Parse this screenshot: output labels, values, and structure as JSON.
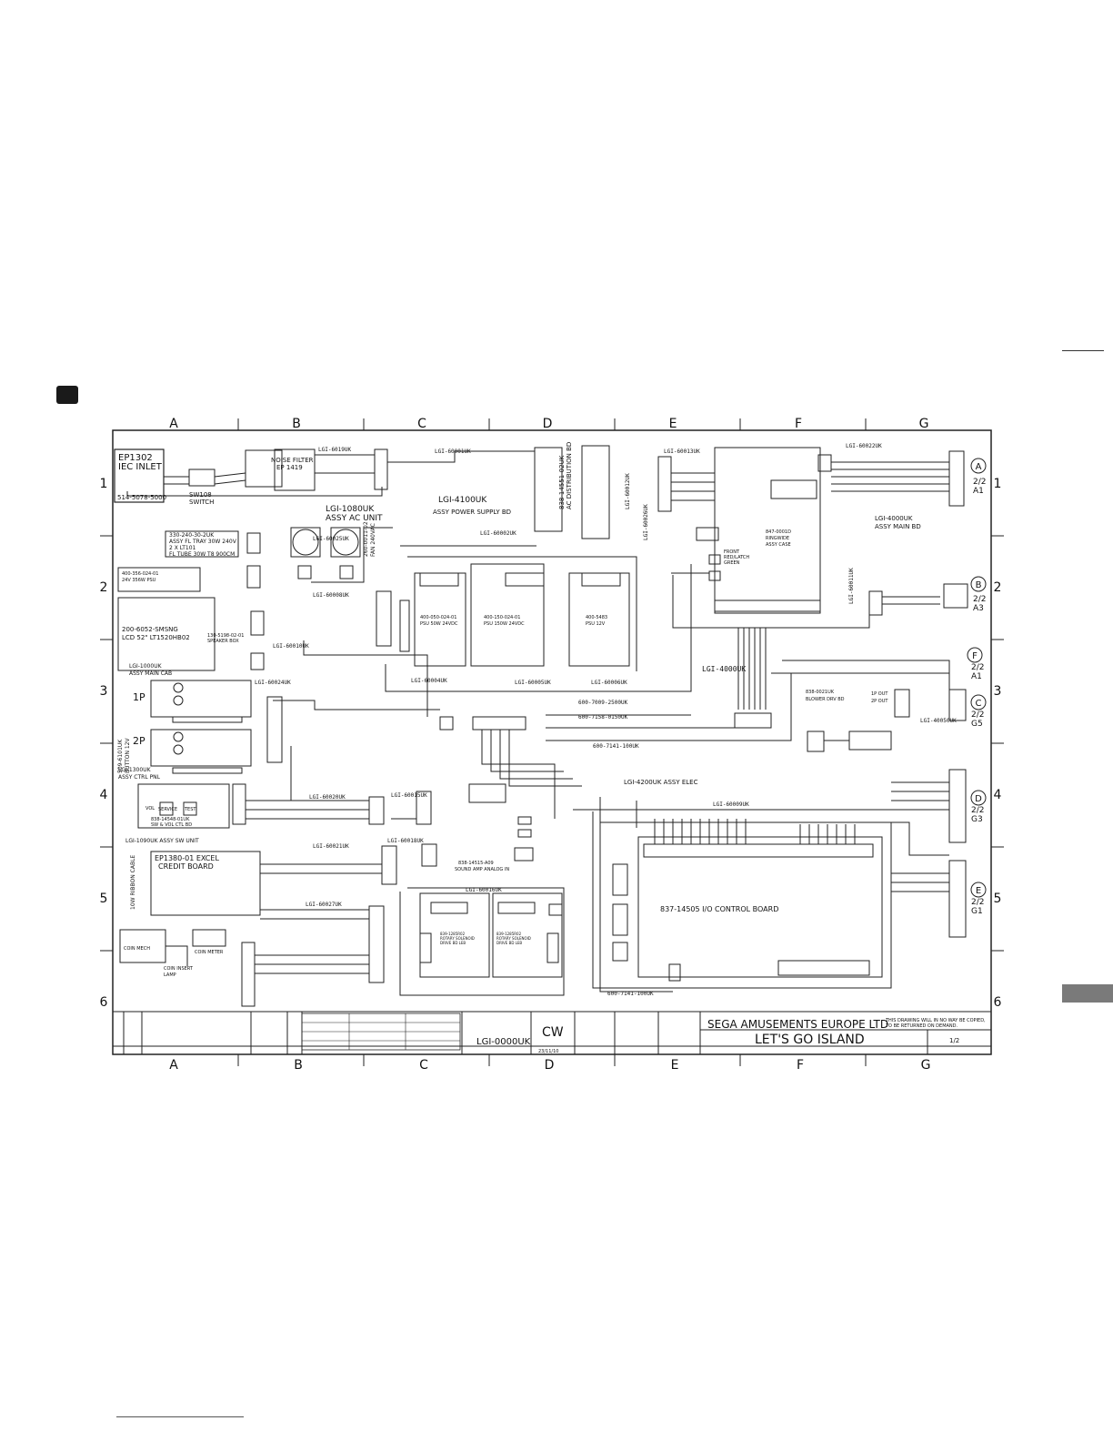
{
  "grid": {
    "cols": [
      "A",
      "B",
      "C",
      "D",
      "E",
      "F",
      "G"
    ],
    "rows": [
      "1",
      "2",
      "3",
      "4",
      "5",
      "6"
    ],
    "refs": [
      "A",
      "B",
      "F",
      "C",
      "D",
      "E"
    ]
  },
  "labels": {
    "iec_a": "EP1302",
    "iec_b": "IEC INLET",
    "iec_c": "514-5078-5000",
    "switch_a": "SW108",
    "switch_b": "SWITCH",
    "noise_a": "NOISE FILTER",
    "noise_b": "EP 1419",
    "ac_unit_a": "LGI-1080UK",
    "ac_unit_b": "ASSY AC UNIT",
    "psbd_a": "LGI-4100UK",
    "psbd_b": "ASSY POWER SUPPLY BD",
    "acdist_a": "838-14551-02UK",
    "acdist_b": "AC DISTRIBUTION BD",
    "fl_a": "330-240-30-2UK",
    "fl_b": "ASSY FL TRAY 30W 240V",
    "fl_c": "2 X LT101",
    "fl_d": "FL TUBE 30W T8 900CM",
    "psu24_a": "400-356-024-01",
    "psu24_b": "24V 356W PSU",
    "lcd_a": "200-6052-SMSNG",
    "lcd_b": "LCD 52\" LT1520HB02",
    "speaker_a": "130-5198-02-01",
    "speaker_b": "SPEAKER BOX",
    "main_cab_a": "LGI-1000UK",
    "main_cab_b": "ASSY MAIN CAB",
    "fan_a": "260-0011-02",
    "fan_b": "FAN 240VAC",
    "psu50_a": "400-050-024-01",
    "psu50_b": "PSU 50W 24VDC",
    "psu150_a": "400-150-024-01",
    "psu150_b": "PSU 150W 24VDC",
    "psu12_a": "400-5483",
    "psu12_b": "PSU 12V",
    "ringwide_a": "847-0001D",
    "ringwide_b": "RINGWIDE",
    "ringwide_c": "ASSY CASE",
    "mainbd_a": "LGI-4000UK",
    "mainbd_b": "ASSY MAIN BD",
    "blower_a": "838-0021UK",
    "blower_b": "BLOWER DRV BD",
    "button_a": "509-6101UK",
    "button_b": "BUTTON 12V",
    "ctrl_pnl_a": "LGI-1300UK",
    "ctrl_pnl_b": "ASSY CTRL PNL",
    "swunit_a": "838-14548-01UK",
    "swunit_b": "SW & VOL CTL BD",
    "swunit_c": "LGI-1090UK ASSY SW UNIT",
    "credit_a": "EP1380-01 EXCEL",
    "credit_b": "CREDIT BOARD",
    "ribbon": "10W RIBBON CABLE",
    "coin_mech": "COIN MECH",
    "coin_meter": "COIN METER",
    "coin_insert": "COIN INSERT",
    "lamp": "LAMP",
    "assy_elec": "LGI-4200UK ASSY ELEC",
    "io_board": "837-14505  I/O CONTROL BOARD",
    "sound_amp": "838-14515-A09",
    "sound_amp_b": "SOUND AMP ANALOG IN",
    "solenoid1_a": "839-1285R02",
    "solenoid1_b": "ROTARY SOLENOID",
    "solenoid1_c": "DRIVE BD LEB",
    "solenoid2_a": "839-1285R02",
    "solenoid2_b": "ROTARY SOLENOID",
    "solenoid2_c": "DRIVE BD LEB",
    "vol": "VOL",
    "service": "SERVICE",
    "test": "TEST",
    "p1": "1P",
    "p2": "2P",
    "front_led": "FRONT",
    "front_led_b": "RED/LATCH",
    "front_led_c": "GREEN",
    "fan_out_a": "1P OUT",
    "fan_out_b": "2P OUT"
  },
  "harness": [
    "LGI-60001UK",
    "LGI-60002UK",
    "LGI-60004UK",
    "LGI-60005UK",
    "LGI-60006UK",
    "LGI-60008UK",
    "LGI-60010UK",
    "LGI-60011UK",
    "LGI-60012UK",
    "LGI-60013UK",
    "LGI-60015UK",
    "LGI-60016UK",
    "LGI-60018UK",
    "LGI-60020UK",
    "LGI-60021UK",
    "LGI-60022UK",
    "LGI-60024UK",
    "LGI-60025UK",
    "LGI-60026UK",
    "LGI-60027UK",
    "LGI-40050UK",
    "LGI-4000UK",
    "LGI-60009UK",
    "600-7009-2500UK",
    "600-7158-0150UK",
    "600-7141-100UK",
    "600-7141-100UK",
    "LGI-6019UK"
  ],
  "page_refs": {
    "a1": "2/2",
    "a1b": "A1",
    "b": "2/2",
    "bb": "A3",
    "f": "2/2",
    "fb": "A1",
    "c": "2/2",
    "cb": "G5",
    "d": "2/2",
    "db": "G3",
    "e": "2/2",
    "eb": "G1"
  },
  "title_block": {
    "company": "SEGA AMUSEMENTS EUROPE LTD",
    "title": "LET'S GO ISLAND",
    "drawing_no": "LGI-0000UK",
    "drawn_by": "CW",
    "sheet": "1/2",
    "note_a": "THIS DRAWING WILL IN NO WAY BE COPIED,",
    "note_b": "TO BE RETURNED ON DEMAND.",
    "date": "23/11/10"
  }
}
